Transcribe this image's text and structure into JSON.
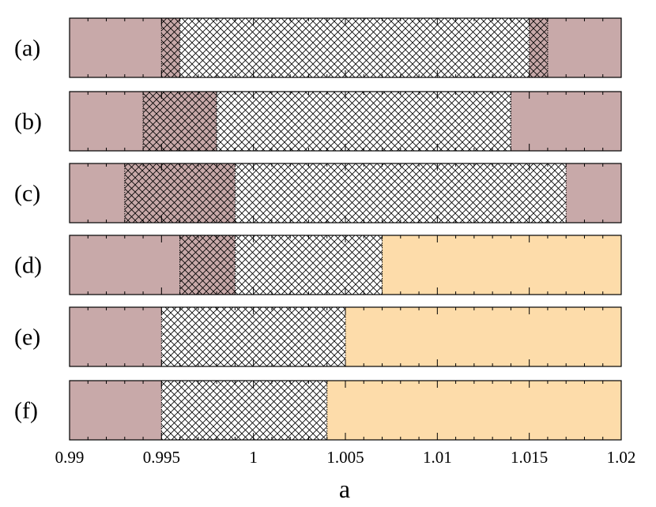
{
  "chart_data": {
    "type": "bar",
    "xlabel": "a",
    "xlim": [
      0.99,
      1.02
    ],
    "xticks": [
      0.99,
      0.995,
      1.0,
      1.005,
      1.01,
      1.015,
      1.02
    ],
    "xtick_labels": [
      "0.99",
      "0.995",
      "1",
      "1.005",
      "1.01",
      "1.015",
      "1.02"
    ],
    "colors": {
      "region_left": "#c8a9a9",
      "region_right_pink": "#c8a9a9",
      "region_right_orange": "#fddcaa",
      "hatch": "#000000",
      "background": "#ffffff"
    },
    "panels": [
      {
        "label": "(a)",
        "segments": [
          {
            "start": 0.99,
            "end": 0.995,
            "fill": "pink",
            "hatch": false
          },
          {
            "start": 0.995,
            "end": 0.996,
            "fill": "pink",
            "hatch": true
          },
          {
            "start": 0.996,
            "end": 1.015,
            "fill": "white",
            "hatch": true
          },
          {
            "start": 1.015,
            "end": 1.016,
            "fill": "pink",
            "hatch": true
          },
          {
            "start": 1.016,
            "end": 1.02,
            "fill": "pink",
            "hatch": false
          }
        ]
      },
      {
        "label": "(b)",
        "segments": [
          {
            "start": 0.99,
            "end": 0.994,
            "fill": "pink",
            "hatch": false
          },
          {
            "start": 0.994,
            "end": 0.998,
            "fill": "pink",
            "hatch": true
          },
          {
            "start": 0.998,
            "end": 1.014,
            "fill": "white",
            "hatch": true
          },
          {
            "start": 1.014,
            "end": 1.02,
            "fill": "pink",
            "hatch": false
          }
        ]
      },
      {
        "label": "(c)",
        "segments": [
          {
            "start": 0.99,
            "end": 0.993,
            "fill": "pink",
            "hatch": false
          },
          {
            "start": 0.993,
            "end": 0.999,
            "fill": "pink",
            "hatch": true
          },
          {
            "start": 0.999,
            "end": 1.017,
            "fill": "white",
            "hatch": true
          },
          {
            "start": 1.017,
            "end": 1.02,
            "fill": "pink",
            "hatch": false
          }
        ]
      },
      {
        "label": "(d)",
        "segments": [
          {
            "start": 0.99,
            "end": 0.996,
            "fill": "pink",
            "hatch": false
          },
          {
            "start": 0.996,
            "end": 0.999,
            "fill": "pink",
            "hatch": true
          },
          {
            "start": 0.999,
            "end": 1.007,
            "fill": "white",
            "hatch": true
          },
          {
            "start": 1.007,
            "end": 1.02,
            "fill": "orange",
            "hatch": false
          }
        ]
      },
      {
        "label": "(e)",
        "segments": [
          {
            "start": 0.99,
            "end": 0.995,
            "fill": "pink",
            "hatch": false
          },
          {
            "start": 0.995,
            "end": 1.005,
            "fill": "white",
            "hatch": true
          },
          {
            "start": 1.005,
            "end": 1.02,
            "fill": "orange",
            "hatch": false
          }
        ]
      },
      {
        "label": "(f)",
        "segments": [
          {
            "start": 0.99,
            "end": 0.995,
            "fill": "pink",
            "hatch": false
          },
          {
            "start": 0.995,
            "end": 1.004,
            "fill": "white",
            "hatch": true
          },
          {
            "start": 1.004,
            "end": 1.02,
            "fill": "orange",
            "hatch": false
          }
        ]
      }
    ]
  }
}
